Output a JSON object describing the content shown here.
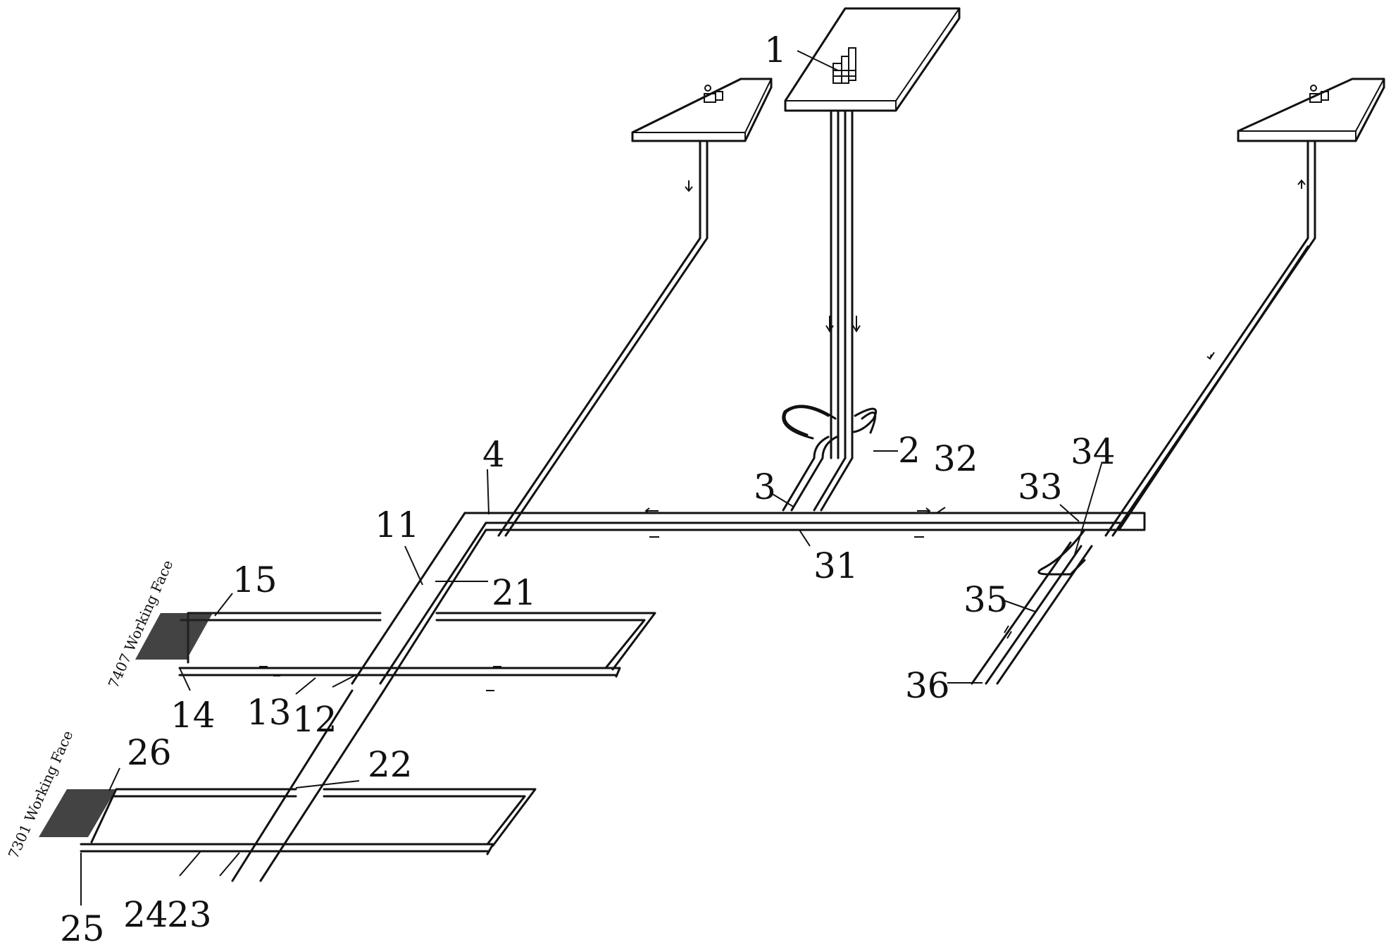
{
  "diagram": {
    "labels": {
      "l1": "1",
      "l2": "2",
      "l3": "3",
      "l4": "4",
      "l11": "11",
      "l12": "12",
      "l13": "13",
      "l14": "14",
      "l15": "15",
      "l21": "21",
      "l22": "22",
      "l23": "23",
      "l24": "24",
      "l25": "25",
      "l26": "26",
      "l31": "31",
      "l32": "32",
      "l33": "33",
      "l34": "34",
      "l35": "35",
      "l36": "36"
    },
    "faces": {
      "upper": "7407 Working Face",
      "lower": "7301 Working Face"
    },
    "colors": {
      "ink": "#111111",
      "background": "#ffffff"
    },
    "icons": [
      "fan-house-icon",
      "headframe-icon",
      "airflow-arrow-icon",
      "regulator-door-icon",
      "goaf-hatch-icon"
    ]
  }
}
